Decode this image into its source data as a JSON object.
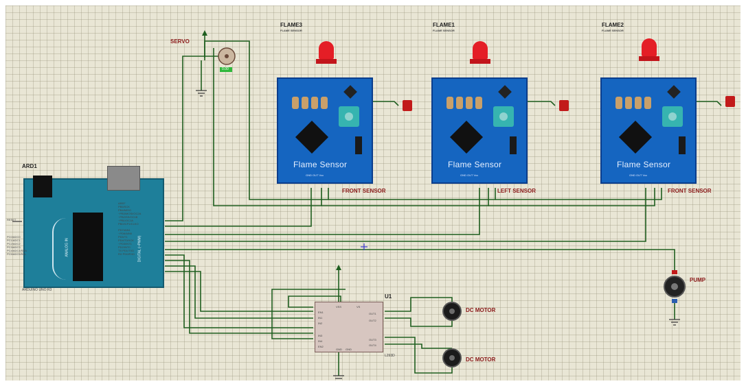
{
  "arduino": {
    "ref": "ARD1",
    "name": "ARDUINO UNO R3",
    "pins_right": [
      "AREF",
      "PB5/SCK",
      "PB4/MISO",
      "~PB3/MOSI/OC2A",
      "~PB2/SS/OC1B",
      "~PB1/OC1A",
      "PB0/ICP1/CLKO",
      "PD7/AIN1",
      "~PD6/AIN0",
      "PD5/T1",
      "PD4/T0/XCK",
      "~PD3/INT1",
      "PD2/INT0",
      "TX PD1/TXD",
      "RX PD0/RXD"
    ],
    "pins_left": [
      "RESET",
      "PC0/ADC0",
      "PC1/ADC1",
      "PC2/ADC2",
      "PC3/ADC3",
      "PC4/ADC4/SDA",
      "PC5/ADC5/SCL"
    ],
    "board_text": [
      "DIGITAL (~PWM)",
      "ANALOG IN"
    ]
  },
  "servo": {
    "label": "SERVO",
    "value": "0.00"
  },
  "sensors": [
    {
      "ref": "FLAME3",
      "sub": "FLAME SENSOR",
      "logo": "Flame Sensor",
      "side_label": "FRONT SENSOR"
    },
    {
      "ref": "FLAME1",
      "sub": "FLAME SENSOR",
      "logo": "Flame Sensor",
      "side_label": "LEFT SENSOR"
    },
    {
      "ref": "FLAME2",
      "sub": "FLAME SENSOR",
      "logo": "Flame Sensor",
      "side_label": "FRONT SENSOR"
    }
  ],
  "sensor_pins": "GND  OUT  Vcc",
  "driver": {
    "ref": "U1",
    "name": "L293D",
    "pins_left": [
      "EN1",
      "IN1",
      "IN2",
      "IN3",
      "IN4",
      "EN2"
    ],
    "pins_right": [
      "OUT1",
      "OUT2",
      "OUT3",
      "OUT4"
    ],
    "pins_top": [
      "VSS",
      "VS"
    ],
    "pins_bottom": [
      "GND",
      "GND"
    ]
  },
  "motors": [
    {
      "label": "DC MOTOR"
    },
    {
      "label": "DC MOTOR"
    }
  ],
  "pump": {
    "label": "PUMP"
  },
  "colors": {
    "sheet": "#e9e6d5",
    "wire": "#1f5e1f",
    "sensor_board": "#1565c0",
    "led": "#e41e26",
    "arduino": "#1e7f9a",
    "label_red": "#8b1a1a"
  }
}
